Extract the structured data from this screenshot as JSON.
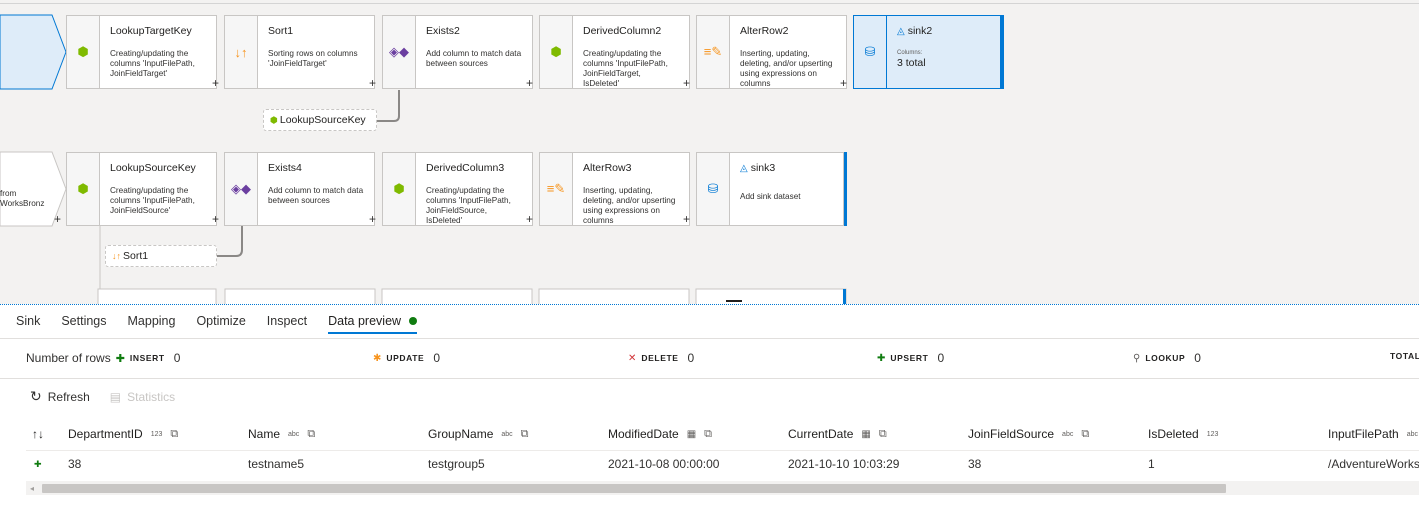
{
  "flow": {
    "row1": {
      "nodes": [
        {
          "title": "LookupTargetKey",
          "desc": "Creating/updating the columns 'InputFilePath, JoinFieldTarget'"
        },
        {
          "title": "Sort1",
          "desc": "Sorting rows on columns 'JoinFieldTarget'"
        },
        {
          "title": "Exists2",
          "desc": "Add column to match data between sources"
        },
        {
          "title": "DerivedColumn2",
          "desc": "Creating/updating the columns 'InputFilePath, JoinFieldTarget, IsDeleted'"
        },
        {
          "title": "AlterRow2",
          "desc": "Inserting, updating, deleting, and/or upserting using expressions on columns"
        }
      ],
      "sink": {
        "title": "sink2",
        "cols_label": "Columns:",
        "cols_value": "3 total"
      },
      "branch": "LookupSourceKey"
    },
    "row2": {
      "source_partial": "from\nWorksBronz",
      "nodes": [
        {
          "title": "LookupSourceKey",
          "desc": "Creating/updating the columns 'InputFilePath, JoinFieldSource'"
        },
        {
          "title": "Exists4",
          "desc": "Add column to match data between sources"
        },
        {
          "title": "DerivedColumn3",
          "desc": "Creating/updating the columns 'InputFilePath, JoinFieldSource, IsDeleted'"
        },
        {
          "title": "AlterRow3",
          "desc": "Inserting, updating, deleting, and/or upserting using expressions on columns"
        }
      ],
      "sink": {
        "title": "sink3",
        "desc": "Add sink dataset"
      },
      "branch": "Sort1"
    },
    "plus": "+"
  },
  "tabs": [
    "Sink",
    "Settings",
    "Mapping",
    "Optimize",
    "Inspect",
    "Data preview"
  ],
  "stats": {
    "label": "Number of rows",
    "insert": {
      "label": "INSERT",
      "value": "0"
    },
    "update": {
      "label": "UPDATE",
      "value": "0"
    },
    "delete": {
      "label": "DELETE",
      "value": "0"
    },
    "upsert": {
      "label": "UPSERT",
      "value": "0"
    },
    "lookup": {
      "label": "LOOKUP",
      "value": "0"
    },
    "total": {
      "label": "TOTAL"
    }
  },
  "toolbar": {
    "refresh": "Refresh",
    "statistics": "Statistics"
  },
  "table": {
    "sort_glyph": "↑↓",
    "columns": [
      {
        "name": "DepartmentID",
        "type": "123"
      },
      {
        "name": "Name",
        "type": "abc"
      },
      {
        "name": "GroupName",
        "type": "abc"
      },
      {
        "name": "ModifiedDate",
        "type": ""
      },
      {
        "name": "CurrentDate",
        "type": ""
      },
      {
        "name": "JoinFieldSource",
        "type": "abc"
      },
      {
        "name": "IsDeleted",
        "type": "123"
      },
      {
        "name": "InputFilePath",
        "type": "abc"
      }
    ],
    "rows": [
      [
        "38",
        "testname5",
        "testgroup5",
        "2021-10-08 00:00:00",
        "2021-10-10 10:03:29",
        "38",
        "1",
        "/AdventureWorks"
      ]
    ]
  },
  "colors": {
    "accent": "#0078d4",
    "status_ok": "#107c10",
    "transform_orange": "#f7941d",
    "exists_purple": "#6b3fa0",
    "derived_green": "#7fba00"
  }
}
